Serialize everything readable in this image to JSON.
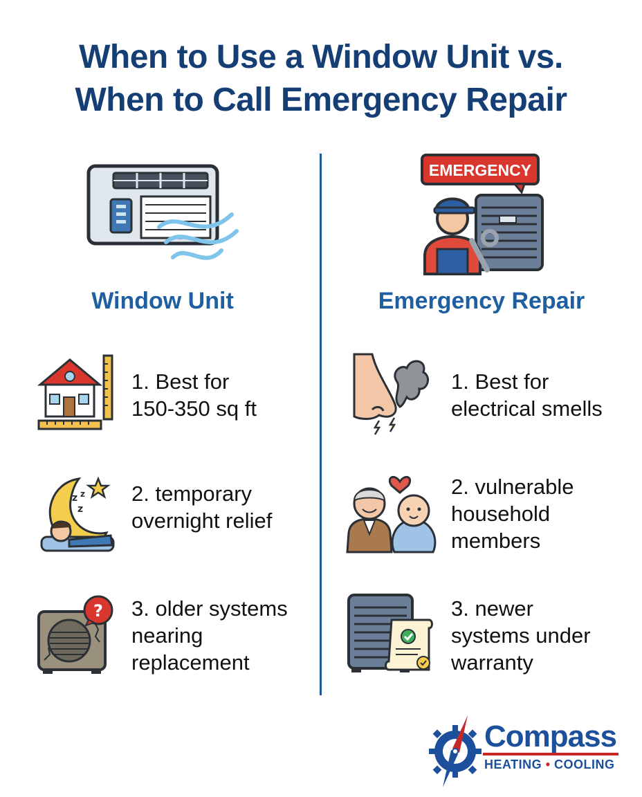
{
  "title": {
    "line1": "When to Use a Window Unit vs.",
    "line2": "When to Call Emergency Repair"
  },
  "left": {
    "heading": "Window Unit",
    "items": [
      {
        "line1": "1. Best for",
        "line2": "150-350 sq ft",
        "icon": "house-ruler-icon"
      },
      {
        "line1": "2. temporary",
        "line2": "overnight relief",
        "icon": "sleeping-moon-icon"
      },
      {
        "line1": "3. older systems",
        "line2": "nearing",
        "line3": "replacement",
        "icon": "old-ac-question-icon"
      }
    ],
    "hero_icon": "window-ac-unit-icon"
  },
  "right": {
    "heading": "Emergency Repair",
    "emergency_sign": "EMERGENCY",
    "items": [
      {
        "line1": "1. Best for",
        "line2": "electrical smells",
        "icon": "nose-smoke-icon"
      },
      {
        "line1": "2. vulnerable",
        "line2": "household",
        "line3": "members",
        "icon": "elder-baby-icon"
      },
      {
        "line1": "3. newer",
        "line2": "systems under",
        "line3": "warranty",
        "icon": "ac-warranty-icon"
      }
    ],
    "hero_icon": "technician-emergency-icon"
  },
  "logo": {
    "name": "Compass",
    "sub_left": "HEATING",
    "sub_sep": "•",
    "sub_right": "COOLING",
    "icon": "compass-gear-icon"
  },
  "colors": {
    "title": "#153e75",
    "heading": "#1d5fa0",
    "accent_red": "#c62828",
    "divider": "#1d5a9a"
  }
}
